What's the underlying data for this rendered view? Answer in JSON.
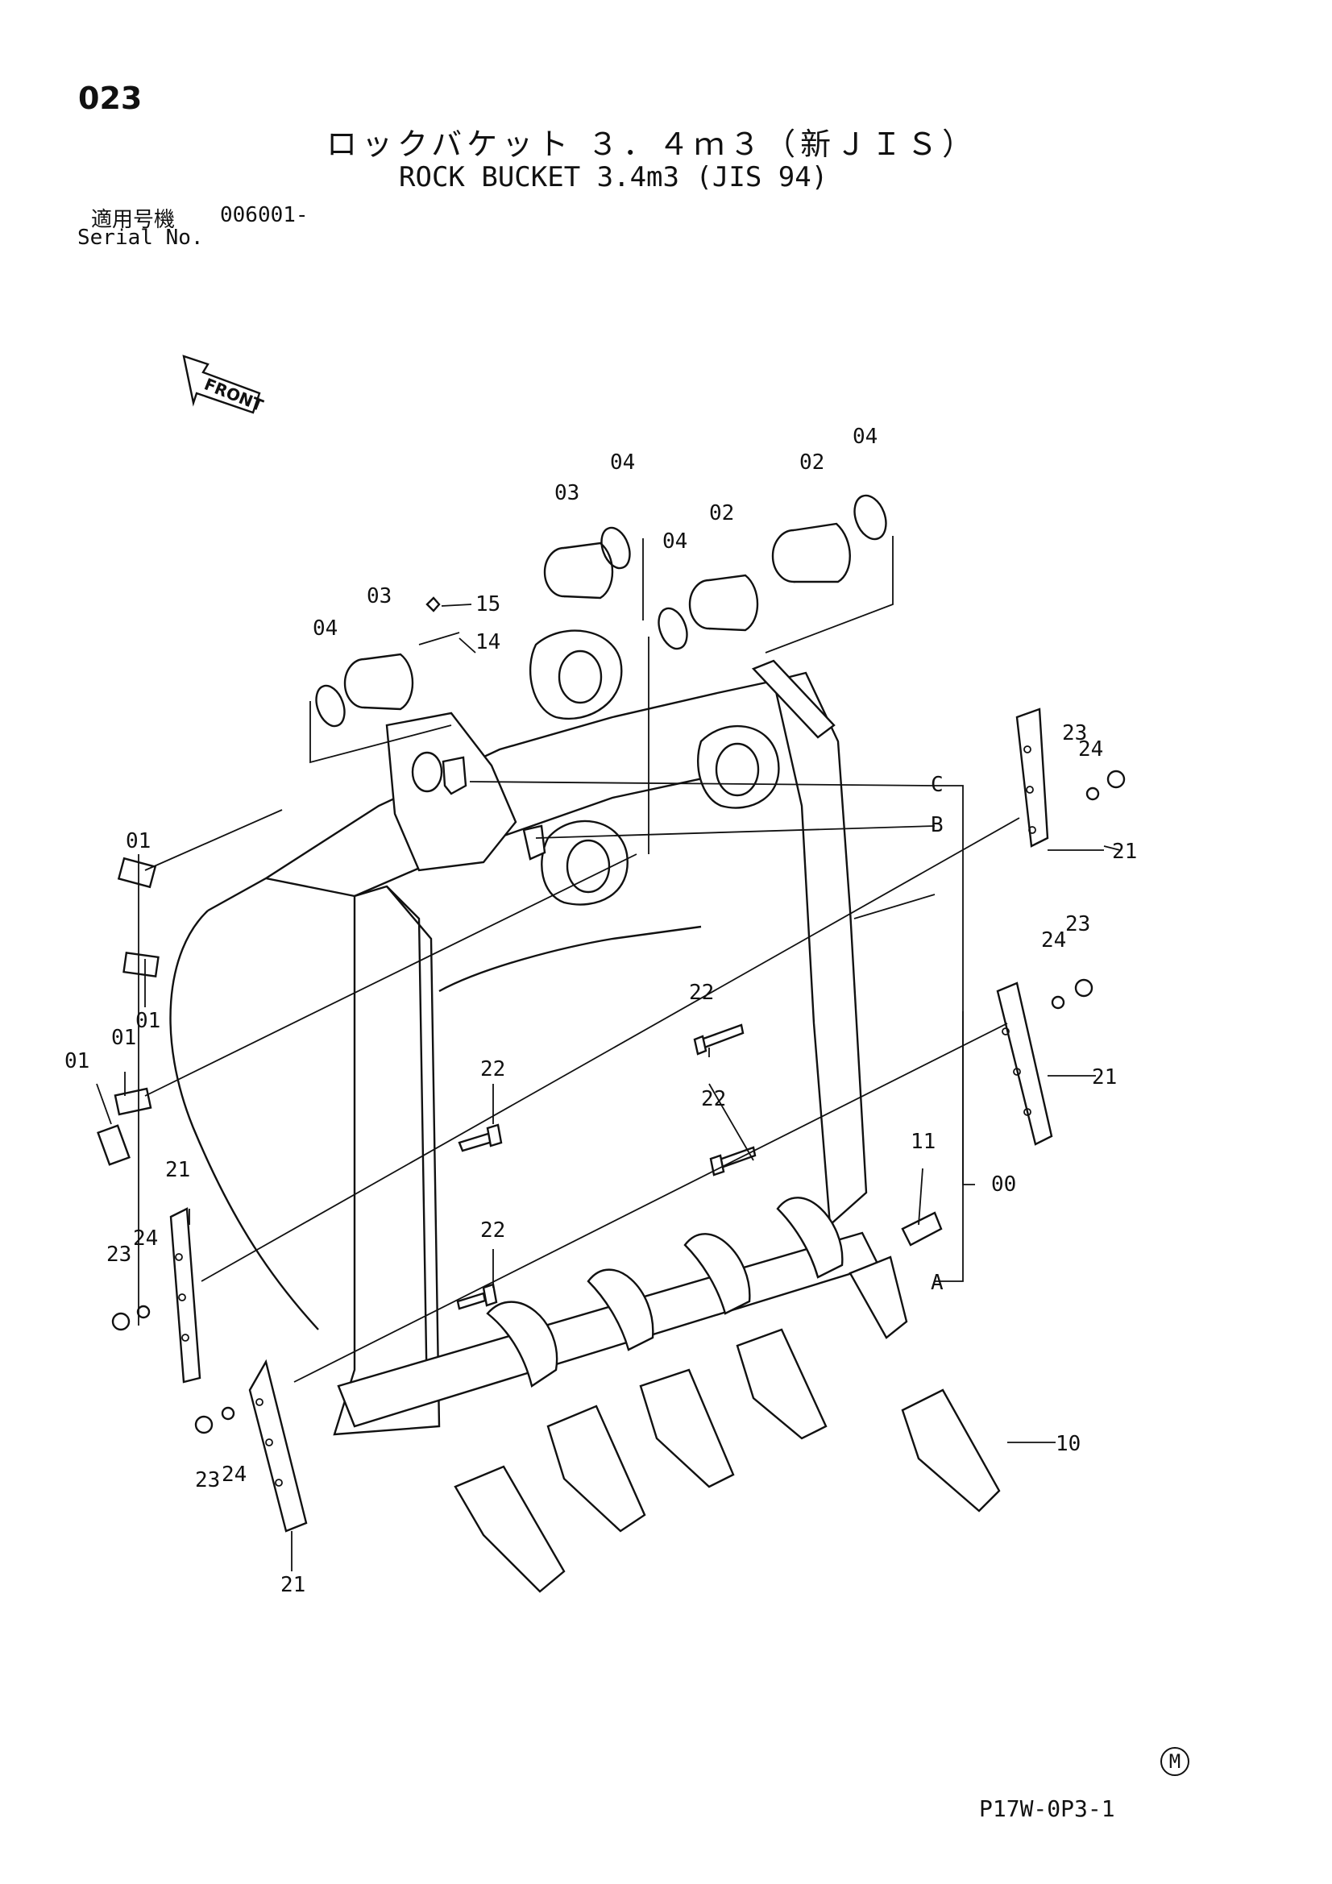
{
  "page_number": "023",
  "title_ja": "ロックバケット ３．４ｍ３（新ＪＩＳ）",
  "title_en": "ROCK BUCKET 3.4m3 (JIS 94)",
  "serial": {
    "label_ja": "適用号機",
    "number": "006001-",
    "label_en": "Serial No."
  },
  "front_label": "FRONT",
  "callouts": {
    "p00": "00",
    "p01": "01",
    "p02": "02",
    "p03": "03",
    "p04": "04",
    "p10": "10",
    "p11": "11",
    "p14": "14",
    "p15": "15",
    "p21": "21",
    "p22": "22",
    "p23": "23",
    "p24": "24",
    "A": "A",
    "B": "B",
    "C": "C"
  },
  "drawing_code": "P17W-0P3-1",
  "mark": "M"
}
